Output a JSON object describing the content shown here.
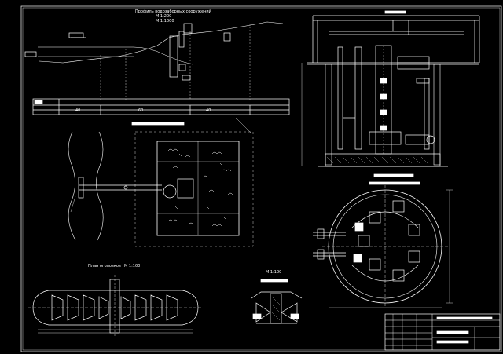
{
  "drawing": {
    "profile_title": "Профиль водозаборных сооружений",
    "profile_scale_h": "М 1:200",
    "profile_scale_v": "М 1:1000",
    "plan_title": "План оголовков",
    "plan_scale": "М 1:100",
    "detail_scale": "М 1:100",
    "profile_table_values": [
      "40",
      "60",
      "40"
    ]
  },
  "colors": {
    "background": "#000000",
    "lines": "#ffffff"
  }
}
